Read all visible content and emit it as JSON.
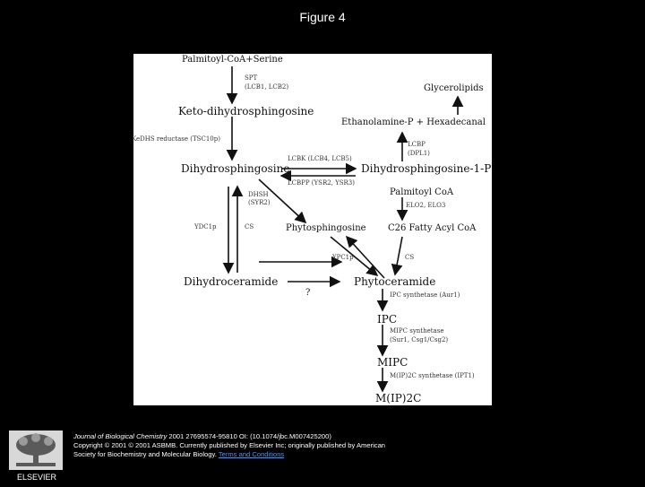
{
  "page_title": "Figure 4",
  "diagram": {
    "palmitoyl_serine": "Palmitoyl-CoA+Serine",
    "spt": "SPT",
    "spt_genes": "(LCB1, LCB2)",
    "keto": "Keto-dihydrosphingosine",
    "kedhs": "KeDHS reductase (TSC10p)",
    "dihydrosphingosine": "Dihydrosphingosine",
    "lcbk": "LCBK (LCB4, LCB5)",
    "lcbpp": "LCBPP (YSR2, YSR3)",
    "dhs1p": "Dihydrosphingosine-1-P",
    "lcbp": "LCBP",
    "lcbp_gene": "(DPL1)",
    "ethanolamine": "Ethanolamine-P + Hexadecanal",
    "glycerolipids": "Glycerolipids",
    "dhsh": "DHSH",
    "dhsh_gene": "(SYR2)",
    "phytosphingosine": "Phytosphingosine",
    "palmitoyl_coa": "Palmitoyl CoA",
    "elo": "ELO2, ELO3",
    "c26": "C26 Fatty Acyl CoA",
    "ydc1p": "YDC1p",
    "cs_left": "CS",
    "ypc1p": "YPC1p",
    "cs_right": "CS",
    "dihydroceramide": "Dihydroceramide",
    "question": "?",
    "phytoceramide": "Phytoceramide",
    "ipc_synth": "IPC synthetase (Aur1)",
    "ipc": "IPC",
    "mipc_synth_1": "MIPC synthetase",
    "mipc_synth_2": "(Sur1, Csg1/Csg2)",
    "mipc": "MIPC",
    "mip2c_synth": "M(IP)2C  synthetase (IPT1)",
    "mip2c": "M(IP)2C"
  },
  "footer": {
    "journal": "Journal of Biological Chemistry",
    "citation": " 2001 27695574-95810 OI: (10.1074/jbc.M007425200)",
    "copyright": "Copyright © 2001 © 2001 ASBMB. Currently published by Elsevier Inc; originally published by American",
    "society": "Society for Biochemistry and Molecular Biology.",
    "terms": "Terms and Conditions"
  },
  "logo_text": "ELSEVIER"
}
